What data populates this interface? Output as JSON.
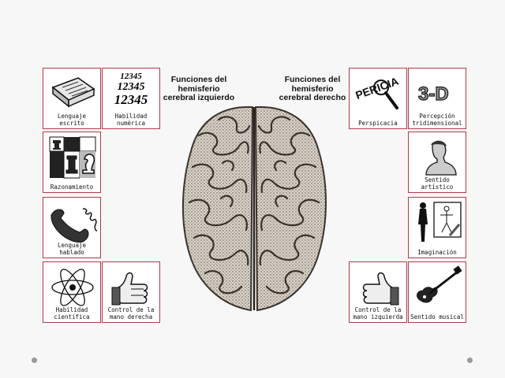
{
  "left_title": "Funciones del\nhemisferio\ncerebral izquierdo",
  "right_title": "Funciones del\nhemisferio\ncerebral derecho",
  "left_cards": [
    {
      "label": "Lenguaje escrito",
      "icon": "newspaper-icon"
    },
    {
      "label": "Habilidad\nnumérica",
      "icon": "numbers-icon",
      "numbers": [
        "12345",
        "12345",
        "12345"
      ]
    },
    {
      "label": "Razonamiento",
      "icon": "chess-icon"
    },
    {
      "label": "Lenguaje hablado",
      "icon": "telephone-icon"
    },
    {
      "label": "Habilidad\ncientífica",
      "icon": "atom-icon"
    },
    {
      "label": "Control de la\nmano derecha",
      "icon": "thumbs-up-icon"
    }
  ],
  "right_cards": [
    {
      "label": "Perspicacia",
      "icon": "magnifier-icon",
      "word": "PERICIA"
    },
    {
      "label": "Percepción\ntridimensional",
      "icon": "3d-icon",
      "word": "3-D"
    },
    {
      "label": "Sentido\nartístico",
      "icon": "bust-icon"
    },
    {
      "label": "Imaginación",
      "icon": "easel-icon"
    },
    {
      "label": "Control de la\nmano izquierda",
      "icon": "thumbs-up-left-icon"
    },
    {
      "label": "Sentido musical",
      "icon": "guitar-icon"
    }
  ]
}
